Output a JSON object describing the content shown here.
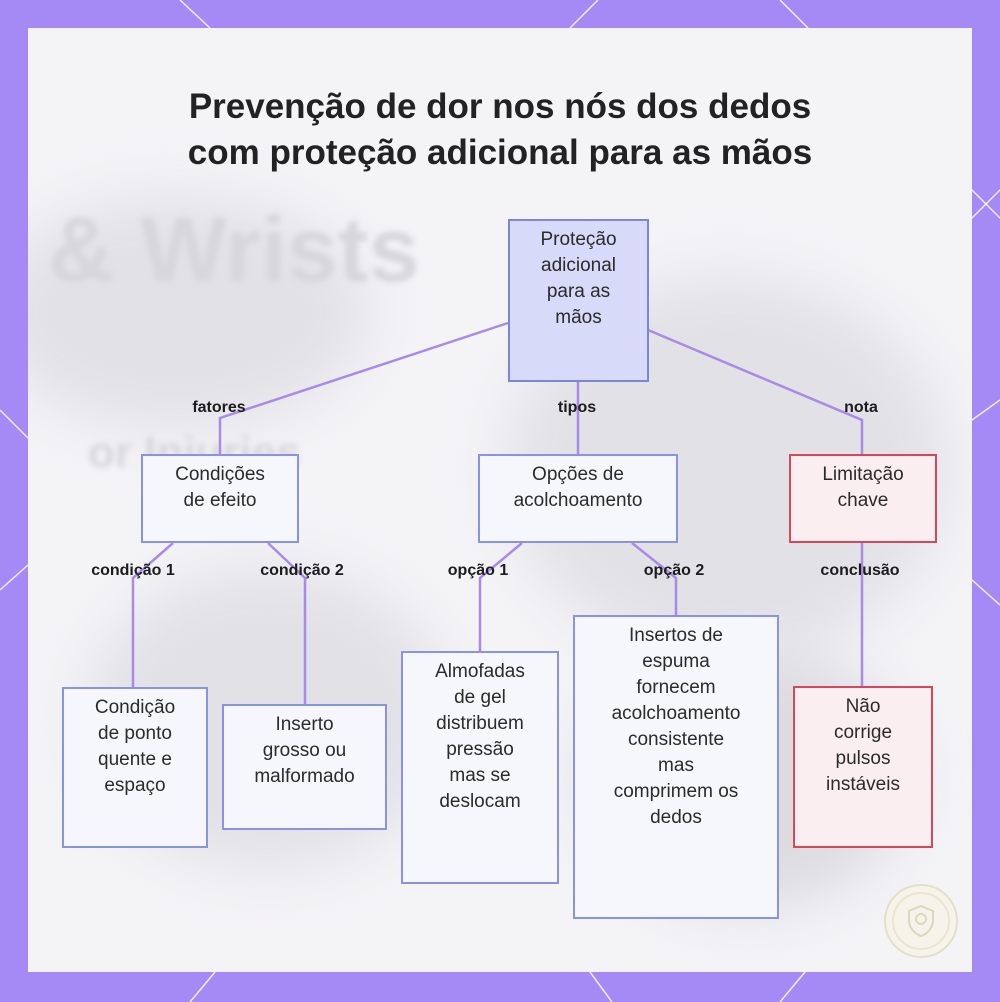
{
  "title": {
    "line1": "Prevenção de dor nos nós dos dedos",
    "line2": "com proteção adicional para as mãos"
  },
  "background": {
    "word1": "& Wrists",
    "word2": "or Injuries"
  },
  "nodes": {
    "root": [
      "Proteção",
      "adicional",
      "para as",
      "mãos"
    ],
    "conditions": [
      "Condições",
      "de efeito"
    ],
    "padding": [
      "Opções de",
      "acolchoamento"
    ],
    "limitation": [
      "Limitação",
      "chave"
    ],
    "hotspot": [
      "Condição",
      "de ponto",
      "quente e",
      "espaço"
    ],
    "insert": [
      "Inserto",
      "grosso ou",
      "malformado"
    ],
    "gel": [
      "Almofadas",
      "de gel",
      "distribuem",
      "pressão",
      "mas se",
      "deslocam"
    ],
    "foam": [
      "Insertos de",
      "espuma",
      "fornecem",
      "acolchoamento",
      "consistente",
      "mas",
      "comprimem os",
      "dedos"
    ],
    "wrists": [
      "Não",
      "corrige",
      "pulsos",
      "instáveis"
    ]
  },
  "edge_labels": {
    "fatores": "fatores",
    "tipos": "tipos",
    "nota": "nota",
    "condicao1": "condição 1",
    "condicao2": "condição 2",
    "opcao1": "opção 1",
    "opcao2": "opção 2",
    "conclusao": "conclusão"
  },
  "colors": {
    "frame": "#a58af5",
    "edge": "#a98ae6",
    "node_border": "#8b93e0",
    "root_fill": "#d7daf8",
    "red_border": "#d8465c"
  },
  "logo_icon": "shield-badge-icon"
}
